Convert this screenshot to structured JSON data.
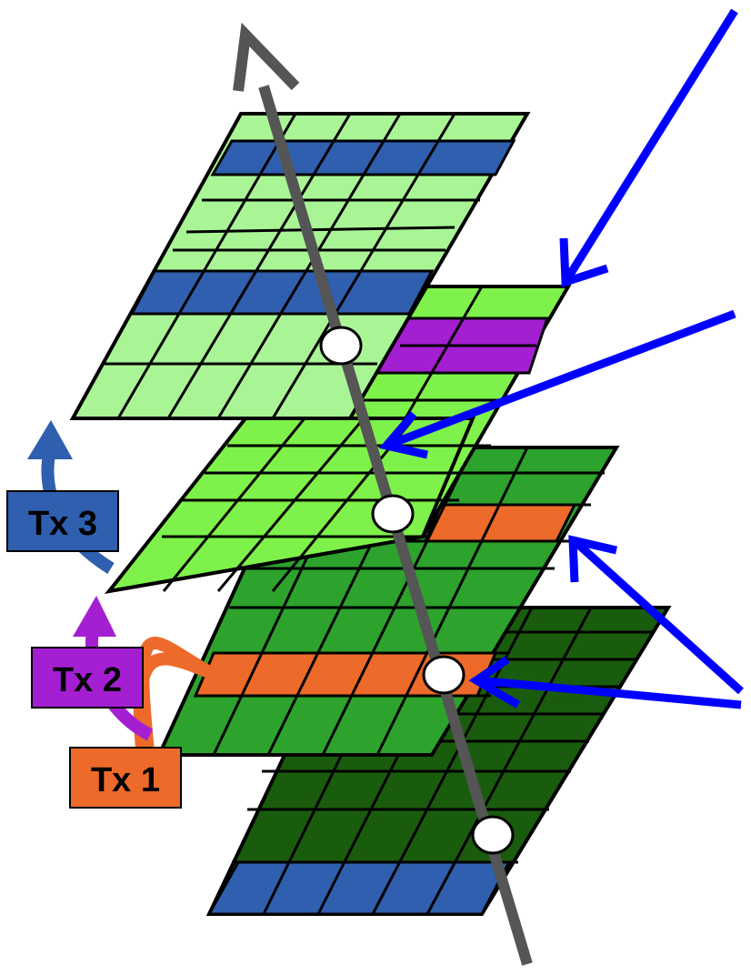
{
  "colors": {
    "snapshot_1": "#1a5c0e",
    "snapshot_2": "#2da22d",
    "snapshot_3": "#7ef24a",
    "snapshot_4": "#a9f596",
    "row_blue": "#2f5fae",
    "row_orange": "#ed6a2b",
    "row_purple": "#a41fd1",
    "time_axis": "#555555",
    "pointer_arrows": "#0000ff",
    "tx1": "#ed6a2b",
    "tx2": "#a41fd1",
    "tx3": "#2f5fae"
  },
  "transactions": [
    {
      "label": "Tx 1",
      "color": "#ed6a2b",
      "icon": "curved-arrow-icon"
    },
    {
      "label": "Tx 2",
      "color": "#a41fd1",
      "icon": "curved-arrow-icon"
    },
    {
      "label": "Tx 3",
      "color": "#2f5fae",
      "icon": "curved-arrow-icon"
    }
  ],
  "snapshot_count": 4,
  "pointer_arrow_count": 4,
  "icons": [
    "time-axis-arrow-icon",
    "pointer-arrow-icon",
    "snapshot-marker-icon"
  ]
}
